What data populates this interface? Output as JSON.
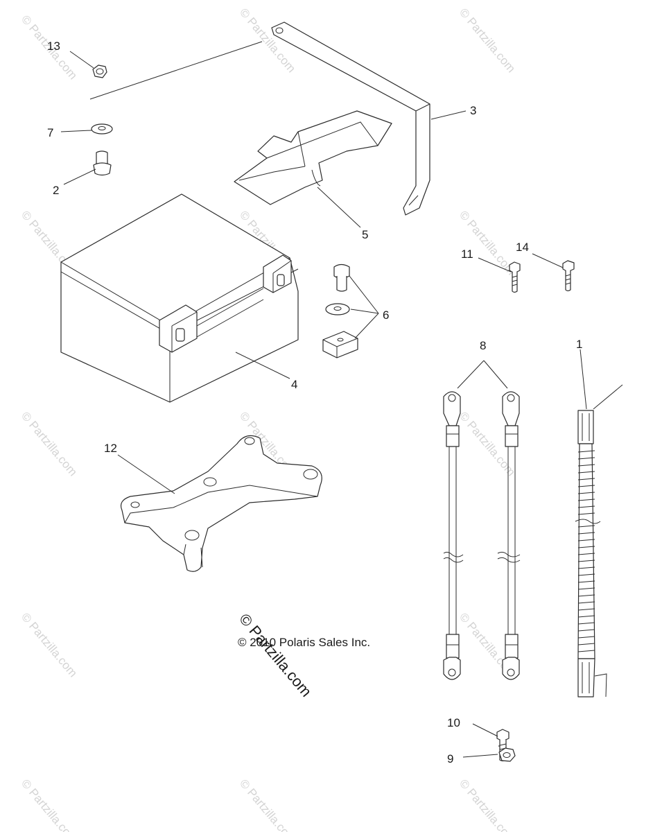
{
  "callouts": {
    "n1": "1",
    "n2": "2",
    "n3": "3",
    "n4": "4",
    "n5": "5",
    "n6": "6",
    "n7": "7",
    "n8": "8",
    "n9": "9",
    "n10": "10",
    "n11": "11",
    "n12": "12",
    "n13": "13",
    "n14": "14"
  },
  "copyright": "© 2010 Polaris Sales Inc.",
  "brand_watermark": "© Partzilla.com",
  "watermark": "© Partzilla.com"
}
